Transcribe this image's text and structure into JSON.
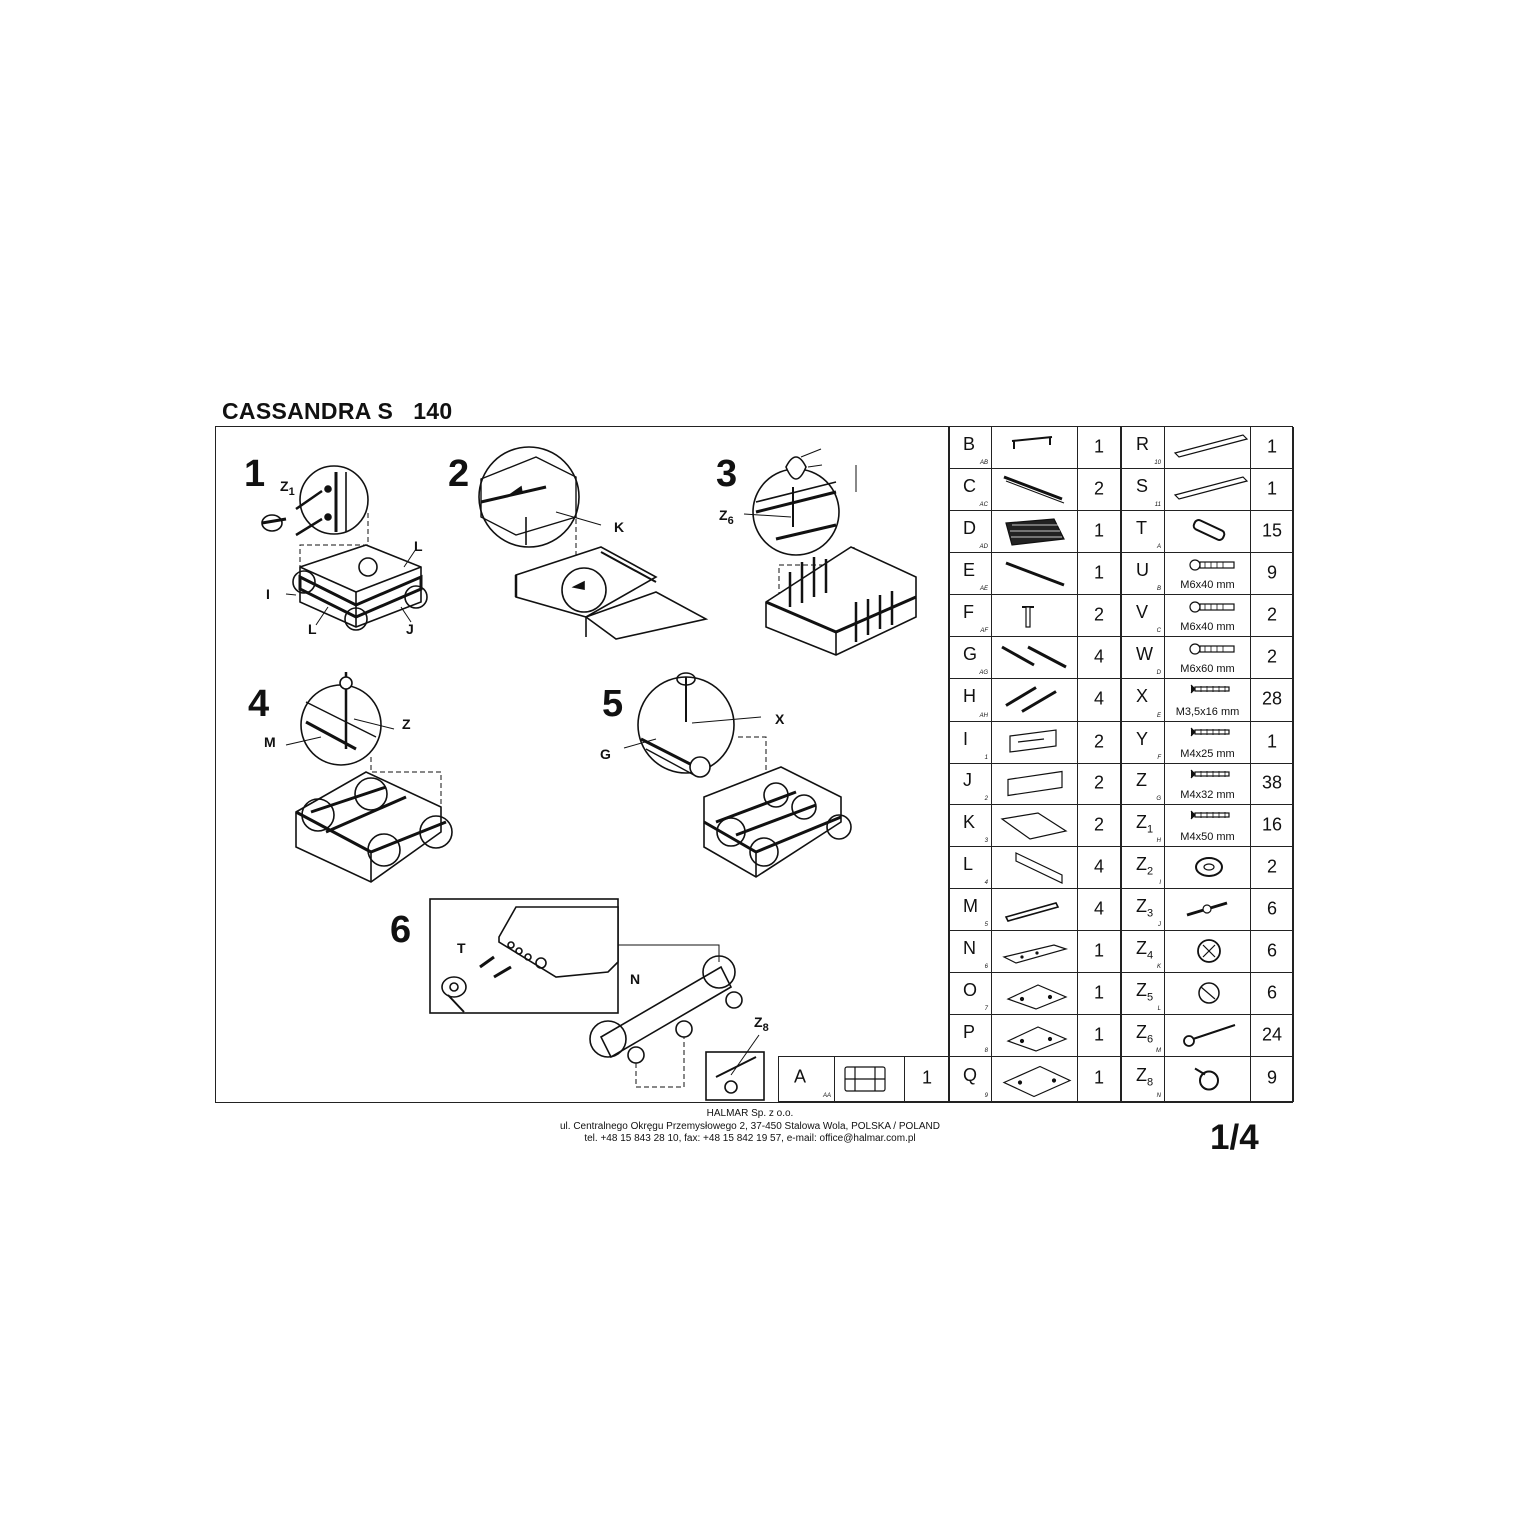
{
  "title": "CASSANDRA S   140",
  "page_number": "1/4",
  "footer": {
    "line1": "HALMAR Sp. z o.o.",
    "line2": "ul. Centralnego Okręgu Przemysłowego 2, 37-450 Stalowa Wola, POLSKA / POLAND",
    "line3": "tel. +48 15 843 28 10, fax: +48 15 842 19 57, e-mail: office@halmar.com.pl"
  },
  "steps": [
    "1",
    "2",
    "3",
    "4",
    "5",
    "6"
  ],
  "labels": {
    "s1_z": "Z",
    "s1_z_sub": "1",
    "s1_l_top": "L",
    "s1_i": "I",
    "s1_l_bottom": "L",
    "s1_j": "J",
    "s2_k": "K",
    "s3_z": "Z",
    "s3_z_sub": "6",
    "s4_m": "M",
    "s4_z": "Z",
    "s5_x": "X",
    "s5_g": "G",
    "s6_t": "T",
    "s6_n": "N",
    "s6_z": "Z",
    "s6_z_sub": "8"
  },
  "part_a": {
    "letter": "A",
    "code": "AA",
    "qty": "1"
  },
  "parts_left": [
    {
      "letter": "B",
      "sub": "",
      "code": "AB",
      "qty": "1",
      "icon": "handle-icon"
    },
    {
      "letter": "C",
      "sub": "",
      "code": "AC",
      "qty": "2",
      "icon": "rail-icon"
    },
    {
      "letter": "D",
      "sub": "",
      "code": "AD",
      "qty": "1",
      "icon": "slat-frame-icon"
    },
    {
      "letter": "E",
      "sub": "",
      "code": "AE",
      "qty": "1",
      "icon": "rod-icon"
    },
    {
      "letter": "F",
      "sub": "",
      "code": "AF",
      "qty": "2",
      "icon": "leg-icon"
    },
    {
      "letter": "G",
      "sub": "",
      "code": "AG",
      "qty": "4",
      "icon": "slide-icon"
    },
    {
      "letter": "H",
      "sub": "",
      "code": "AH",
      "qty": "4",
      "icon": "slide-pair-icon"
    },
    {
      "letter": "I",
      "sub": "",
      "code": "1",
      "qty": "2",
      "icon": "panel-front-icon"
    },
    {
      "letter": "J",
      "sub": "",
      "code": "2",
      "qty": "2",
      "icon": "panel-icon"
    },
    {
      "letter": "K",
      "sub": "",
      "code": "3",
      "qty": "2",
      "icon": "board-icon"
    },
    {
      "letter": "L",
      "sub": "",
      "code": "4",
      "qty": "4",
      "icon": "side-panel-icon"
    },
    {
      "letter": "M",
      "sub": "",
      "code": "5",
      "qty": "4",
      "icon": "batten-icon"
    },
    {
      "letter": "N",
      "sub": "",
      "code": "6",
      "qty": "1",
      "icon": "beam-icon"
    },
    {
      "letter": "O",
      "sub": "",
      "code": "7",
      "qty": "1",
      "icon": "plate-icon"
    },
    {
      "letter": "P",
      "sub": "",
      "code": "8",
      "qty": "1",
      "icon": "plate-icon"
    },
    {
      "letter": "Q",
      "sub": "",
      "code": "9",
      "qty": "1",
      "icon": "plate-large-icon"
    }
  ],
  "parts_right": [
    {
      "letter": "R",
      "sub": "",
      "code": "10",
      "qty": "1",
      "icon": "long-board-icon",
      "dim": ""
    },
    {
      "letter": "S",
      "sub": "",
      "code": "11",
      "qty": "1",
      "icon": "long-board-icon",
      "dim": ""
    },
    {
      "letter": "T",
      "sub": "",
      "code": "A",
      "qty": "15",
      "icon": "dowel-icon",
      "dim": ""
    },
    {
      "letter": "U",
      "sub": "",
      "code": "B",
      "qty": "9",
      "icon": "bolt-icon",
      "dim": "M6x40 mm"
    },
    {
      "letter": "V",
      "sub": "",
      "code": "C",
      "qty": "2",
      "icon": "bolt-icon",
      "dim": "M6x40 mm"
    },
    {
      "letter": "W",
      "sub": "",
      "code": "D",
      "qty": "2",
      "icon": "bolt-icon",
      "dim": "M6x60 mm"
    },
    {
      "letter": "X",
      "sub": "",
      "code": "E",
      "qty": "28",
      "icon": "screw-icon",
      "dim": "M3,5x16 mm"
    },
    {
      "letter": "Y",
      "sub": "",
      "code": "F",
      "qty": "1",
      "icon": "screw-icon",
      "dim": "M4x25 mm"
    },
    {
      "letter": "Z",
      "sub": "",
      "code": "G",
      "qty": "38",
      "icon": "screw-icon",
      "dim": "M4x32 mm"
    },
    {
      "letter": "Z",
      "sub": "1",
      "code": "H",
      "qty": "16",
      "icon": "screw-icon",
      "dim": "M4x50 mm"
    },
    {
      "letter": "Z",
      "sub": "2",
      "code": "I",
      "qty": "2",
      "icon": "washer-icon",
      "dim": ""
    },
    {
      "letter": "Z",
      "sub": "3",
      "code": "J",
      "qty": "6",
      "icon": "cam-bolt-icon",
      "dim": ""
    },
    {
      "letter": "Z",
      "sub": "4",
      "code": "K",
      "qty": "6",
      "icon": "cam-lock-icon",
      "dim": ""
    },
    {
      "letter": "Z",
      "sub": "5",
      "code": "L",
      "qty": "6",
      "icon": "cap-icon",
      "dim": ""
    },
    {
      "letter": "Z",
      "sub": "6",
      "code": "M",
      "qty": "24",
      "icon": "nail-icon",
      "dim": ""
    },
    {
      "letter": "Z",
      "sub": "8",
      "code": "N",
      "qty": "9",
      "icon": "glide-icon",
      "dim": ""
    }
  ]
}
